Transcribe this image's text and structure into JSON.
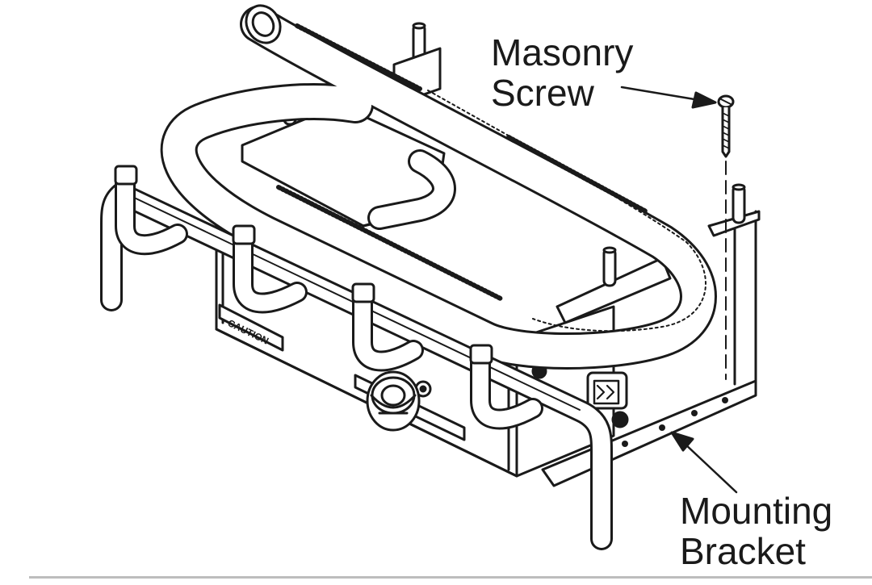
{
  "labels": {
    "screw_line1": "Masonry",
    "screw_line2": "Screw",
    "bracket_line1": "Mounting",
    "bracket_line2": "Bracket",
    "caution_plate": "CAUTION"
  },
  "colors": {
    "line": "#1a1a1a",
    "background": "#ffffff",
    "rule": "#bdbdbd"
  }
}
